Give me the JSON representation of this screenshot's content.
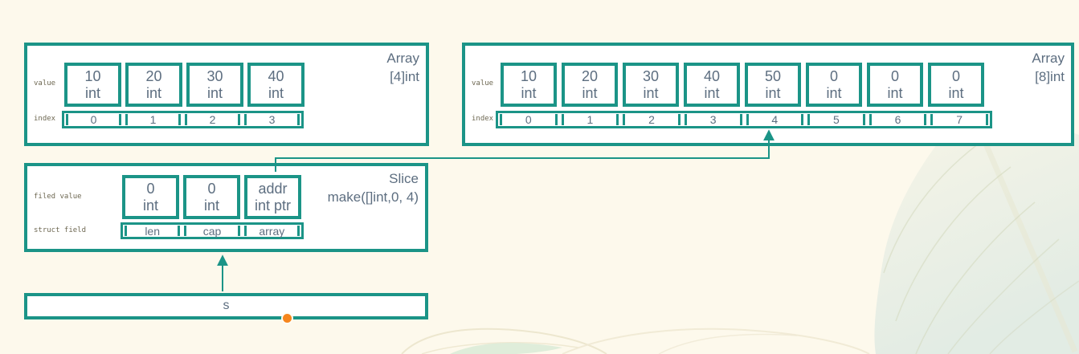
{
  "colors": {
    "teal": "#1b9487",
    "text": "#5d6e80",
    "label": "#6e6852",
    "orange": "#f6861d",
    "bg": "#fdf9ec"
  },
  "array4": {
    "title_line1": "Array",
    "title_line2": "[4]int",
    "value_label": "value",
    "index_label": "index",
    "cells": [
      {
        "value": "10",
        "type": "int"
      },
      {
        "value": "20",
        "type": "int"
      },
      {
        "value": "30",
        "type": "int"
      },
      {
        "value": "40",
        "type": "int"
      }
    ],
    "indices": [
      "0",
      "1",
      "2",
      "3"
    ]
  },
  "array8": {
    "title_line1": "Array",
    "title_line2": "[8]int",
    "value_label": "value",
    "index_label": "index",
    "cells": [
      {
        "value": "10",
        "type": "int"
      },
      {
        "value": "20",
        "type": "int"
      },
      {
        "value": "30",
        "type": "int"
      },
      {
        "value": "40",
        "type": "int"
      },
      {
        "value": "50",
        "type": "int"
      },
      {
        "value": "0",
        "type": "int"
      },
      {
        "value": "0",
        "type": "int"
      },
      {
        "value": "0",
        "type": "int"
      }
    ],
    "indices": [
      "0",
      "1",
      "2",
      "3",
      "4",
      "5",
      "6",
      "7"
    ]
  },
  "slice": {
    "title_line1": "Slice",
    "title_line2": "make([]int,0, 4)",
    "value_label": "filed value",
    "field_label": "struct field",
    "cells": [
      {
        "value": "0",
        "type": "int"
      },
      {
        "value": "0",
        "type": "int"
      },
      {
        "value": "addr",
        "type": "int ptr"
      }
    ],
    "fields": [
      "len",
      "cap",
      "array"
    ]
  },
  "s_box": {
    "label": "s"
  }
}
